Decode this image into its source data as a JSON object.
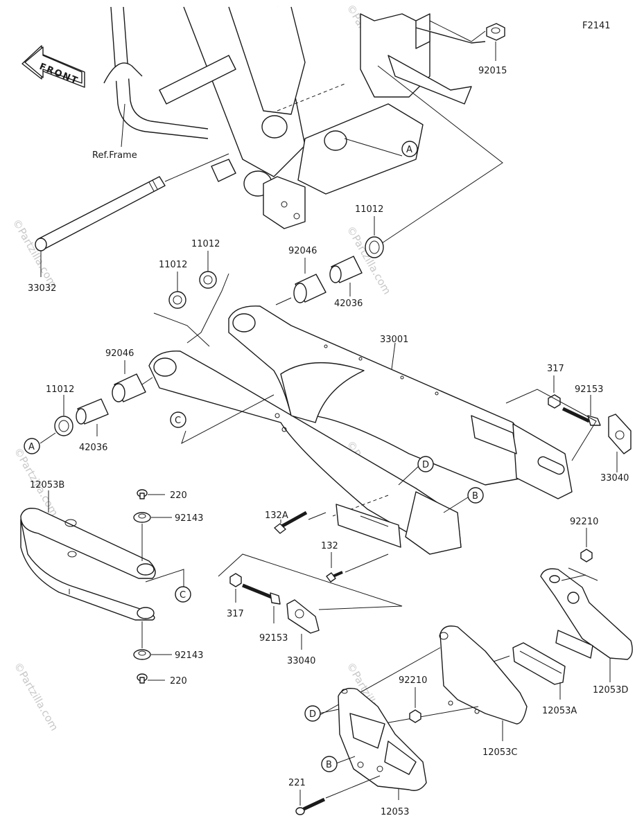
{
  "diagram_code": "F2141",
  "front_label": "FRONT",
  "ref_frame_label": "Ref.Frame",
  "watermark": "©Partzilla.com",
  "callouts": {
    "A": "A",
    "B": "B",
    "C": "C",
    "D": "D"
  },
  "part_numbers": {
    "p92015": "92015",
    "p33032": "33032",
    "p11012_top": "11012",
    "p11012_mid_a": "11012",
    "p11012_mid_b": "11012",
    "p11012_left": "11012",
    "p92046_top": "92046",
    "p92046_left": "92046",
    "p42036_top": "42036",
    "p42036_left": "42036",
    "p33001": "33001",
    "p317_right": "317",
    "p317_left": "317",
    "p92153_right": "92153",
    "p92153_left": "92153",
    "p33040_right": "33040",
    "p33040_left": "33040",
    "p12053B": "12053B",
    "p220_top": "220",
    "p220_bottom": "220",
    "p92143_top": "92143",
    "p92143_bottom": "92143",
    "p132A": "132A",
    "p132": "132",
    "p92210_right": "92210",
    "p92210_left": "92210",
    "p12053D": "12053D",
    "p12053A": "12053A",
    "p12053C": "12053C",
    "p221": "221",
    "p12053": "12053"
  }
}
